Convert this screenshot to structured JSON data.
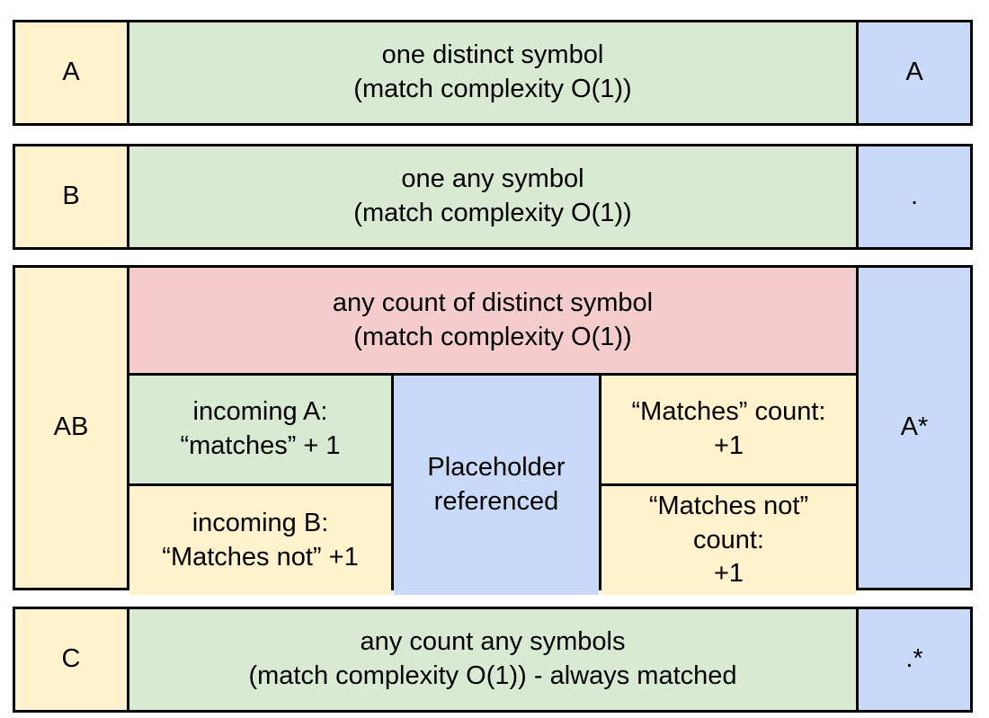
{
  "palette": {
    "yellow": "#FFF2CC",
    "green": "#D9EAD3",
    "blue": "#C9DAF8",
    "red": "#F4CCCC",
    "border": "#000000"
  },
  "rows": [
    {
      "label": "A",
      "description": "one distinct symbol\n(match complexity O(1))",
      "pattern": "A"
    },
    {
      "label": "B",
      "description": "one any symbol\n(match complexity O(1))",
      "pattern": "."
    },
    {
      "label": "AB",
      "header": "any count of distinct symbol\n(match complexity O(1))",
      "incoming_a": "incoming A:\n“matches” + 1",
      "incoming_b": "incoming B:\n“Matches not” +1",
      "placeholder": "Placeholder\nreferenced",
      "matches_count": "“Matches” count:\n+1",
      "matches_not_count": "“Matches not”\ncount:\n+1",
      "pattern": "A*"
    },
    {
      "label": "C",
      "description": "any count any symbols\n(match complexity O(1)) - always matched",
      "pattern": ".*"
    }
  ]
}
